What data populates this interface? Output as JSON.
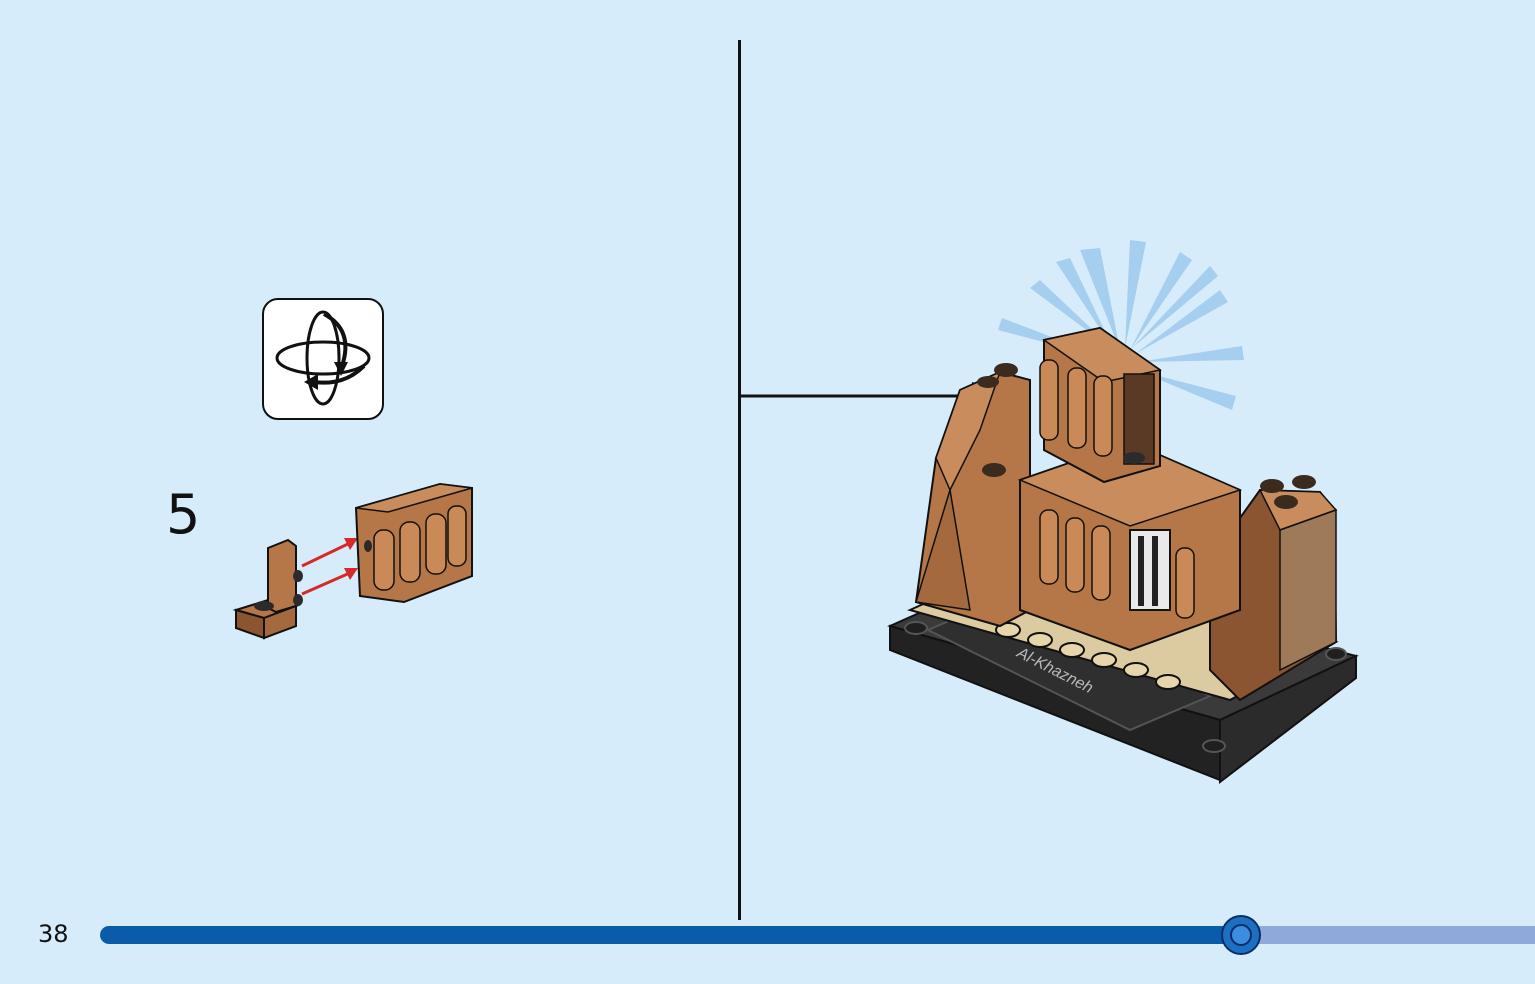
{
  "step": {
    "number": "5"
  },
  "page": {
    "number": "38"
  },
  "model": {
    "plaque_text": "Al-Khazneh"
  },
  "progress": {
    "fraction": 0.795
  },
  "icons": {
    "rotate": "rotate-model-icon"
  },
  "colors": {
    "background": "#d6ecfa",
    "brick": "#b57748",
    "brick_dark": "#8a5530",
    "base": "#2b2b2b",
    "tan": "#dccba0",
    "progress_fill": "#0a5cab",
    "progress_track": "#8fa9da",
    "arrow_red": "#d42a2a"
  }
}
